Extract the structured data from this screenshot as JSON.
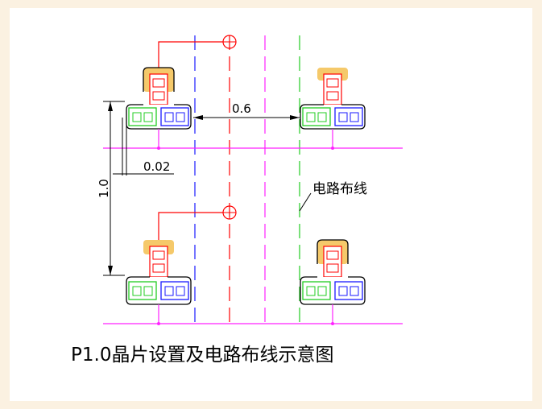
{
  "labels": {
    "dim_pitch": "0.6",
    "dim_offset": "0.02",
    "dim_vertical": "1.0",
    "routing": "电路布线",
    "caption": "P1.0晶片设置及电路布线示意图"
  },
  "colors": {
    "background": "#fbf1e1",
    "panel": "#ffffff",
    "magenta": "#ff22ff",
    "red": "#ff0000",
    "blue": "#1a1aff",
    "green": "#22cc22",
    "chip_pad": "#f5c96a",
    "outline": "#000000"
  }
}
